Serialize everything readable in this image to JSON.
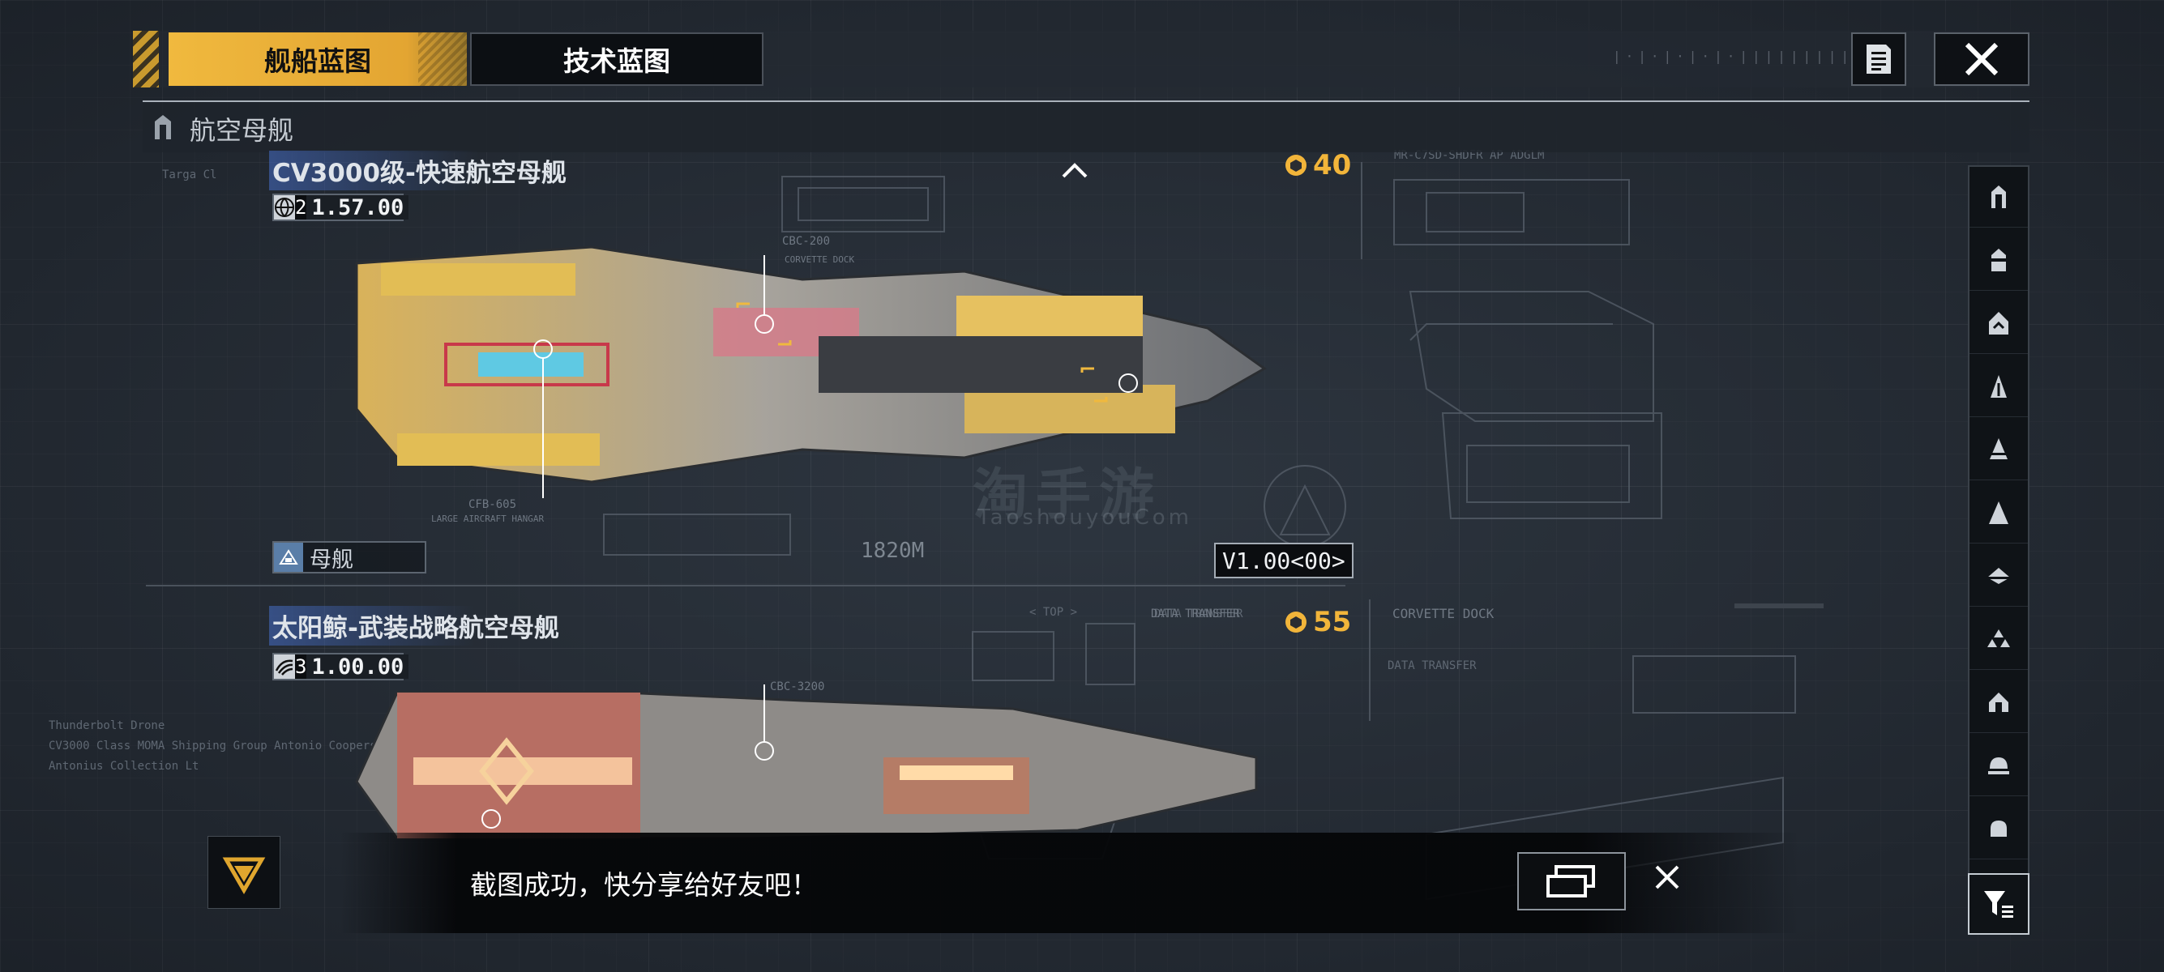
{
  "tabs": [
    {
      "label": "舰船蓝图",
      "active": true
    },
    {
      "label": "技术蓝图",
      "active": false
    }
  ],
  "top_buttons": {
    "doc_icon": "list-doc-icon",
    "close_icon": "close-icon"
  },
  "category": {
    "label": "航空母舰",
    "icon": "carrier-icon"
  },
  "ships": [
    {
      "name": "CV3000级-快速航空母舰",
      "speed_level": "2",
      "speed_value": "1.57.00",
      "cost": "40",
      "type_label": "母舰",
      "version": "V1.00<00>",
      "length": "1820M",
      "part_labels": [
        "CBC-200",
        "CFB-605",
        "CORVETTE DOCK",
        "LARGE AIRCRAFT HANGAR"
      ]
    },
    {
      "name": "太阳鲸-武装战略航空母舰",
      "speed_level": "3",
      "speed_value": "1.00.00",
      "cost": "55",
      "part_labels": [
        "CBC-3200",
        "CORVETTE DOCK",
        "DATA TRANSFER"
      ]
    }
  ],
  "sidebar_icons": [
    "carrier-icon",
    "cruiser-icon",
    "battlecruiser-icon",
    "destroyer-icon",
    "frigate-icon",
    "corvette-icon",
    "aircraft-icon",
    "fighter-icon",
    "station-icon",
    "dock-icon",
    "module-icon"
  ],
  "toast": {
    "message": "截图成功，快分享给好友吧！"
  },
  "watermark": {
    "cn": "淘手游",
    "en": "TaoshouyouCom"
  },
  "colors": {
    "accent": "#f0b93e",
    "panel": "#0f1317",
    "background": "#262d36"
  }
}
